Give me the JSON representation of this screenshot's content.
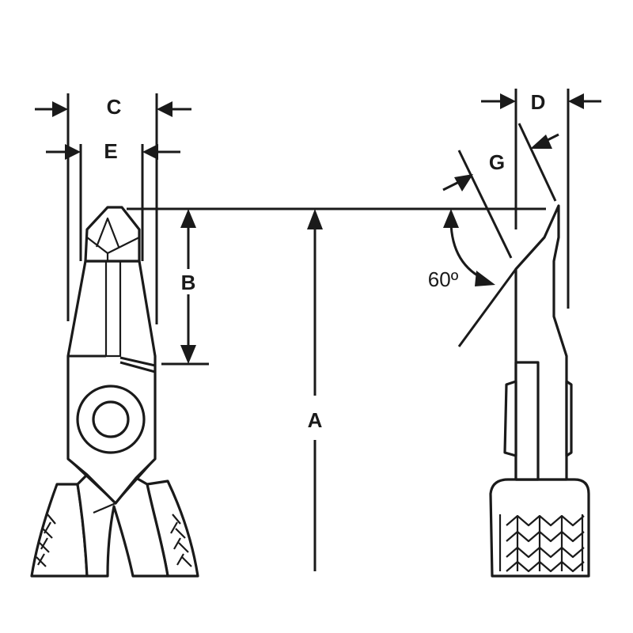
{
  "diagram": {
    "labels": {
      "A": "A",
      "B": "B",
      "C": "C",
      "D": "D",
      "E": "E",
      "G": "G",
      "angle": "60º"
    },
    "colors": {
      "line": "#1a1a1a",
      "background": "#ffffff"
    }
  }
}
